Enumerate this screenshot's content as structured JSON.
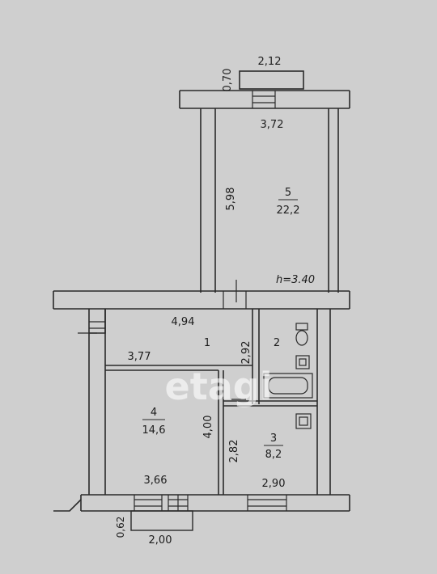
{
  "dimensions": {
    "balcony_depth_top": "0,70",
    "balcony_width_top": "2,12",
    "room5_width": "3,72",
    "room5_length": "5,98",
    "ceiling_height": "h=3.40",
    "room1_width": "4,94",
    "room1_depth": "2,92",
    "room4_width_top": "3,77",
    "room4_length": "4,00",
    "room4_width_bottom": "3,66",
    "room3_depth": "2,82",
    "room3_width": "2,90",
    "balcony_depth_bottom": "0,62",
    "balcony_width_bottom": "2,00"
  },
  "rooms": [
    {
      "number": "5",
      "area": "22,2"
    },
    {
      "number": "1",
      "area": ""
    },
    {
      "number": "2",
      "area": ""
    },
    {
      "number": "4",
      "area": "14,6"
    },
    {
      "number": "3",
      "area": "8,2"
    }
  ],
  "watermark": "etagi",
  "colors": {
    "paper": "#cfcfcf",
    "line": "#2a2a2a",
    "watermark": "#ffffff"
  }
}
